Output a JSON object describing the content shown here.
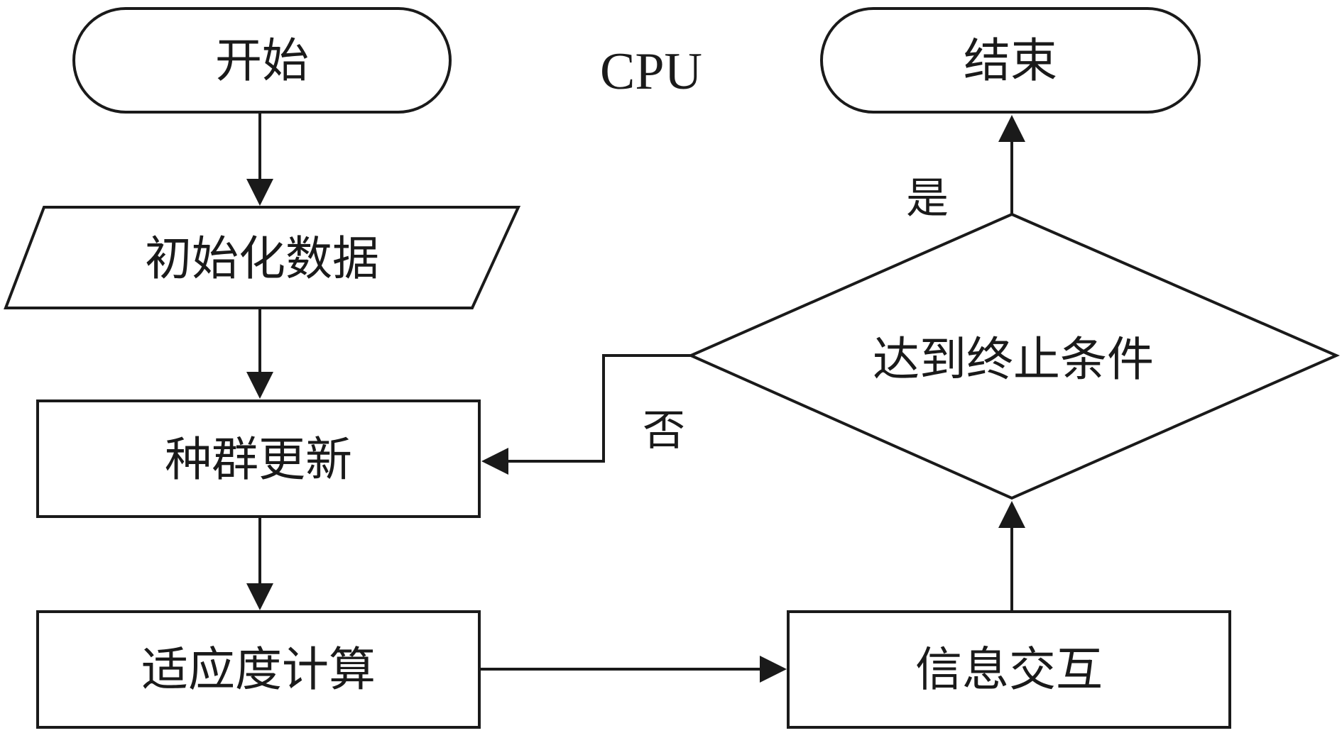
{
  "diagram": {
    "header": "CPU",
    "nodes": {
      "start": "开始",
      "init": "初始化数据",
      "update": "种群更新",
      "fitness": "适应度计算",
      "exchange": "信息交互",
      "condition": "达到终止条件",
      "end": "结束"
    },
    "edges": {
      "yes": "是",
      "no": "否"
    }
  }
}
